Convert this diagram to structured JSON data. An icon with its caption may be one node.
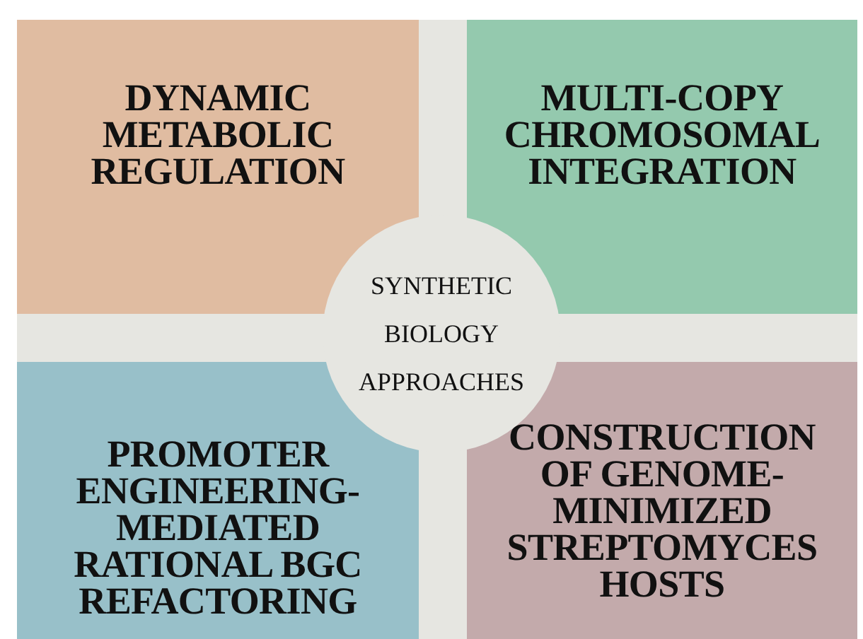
{
  "diagram": {
    "nodes": [
      {
        "text": [
          "DYNAMIC METABOLIC REGULATION"
        ]
      },
      {
        "text": [
          "MULTI-COPY CHROMOSOMAL INTEGRATION"
        ]
      },
      {
        "text": [
          "SYNTHETIC BIOLOGY APPROACHES"
        ]
      },
      {
        "text": [
          "PROMOTER ENGINEERING-MEDIATED RATIONAL BGC REFACTORING"
        ]
      },
      {
        "text": [
          "CONSTRUCTION OF GENOME-MINIMIZED STREPTOMYCES HOSTS"
        ]
      }
    ]
  }
}
